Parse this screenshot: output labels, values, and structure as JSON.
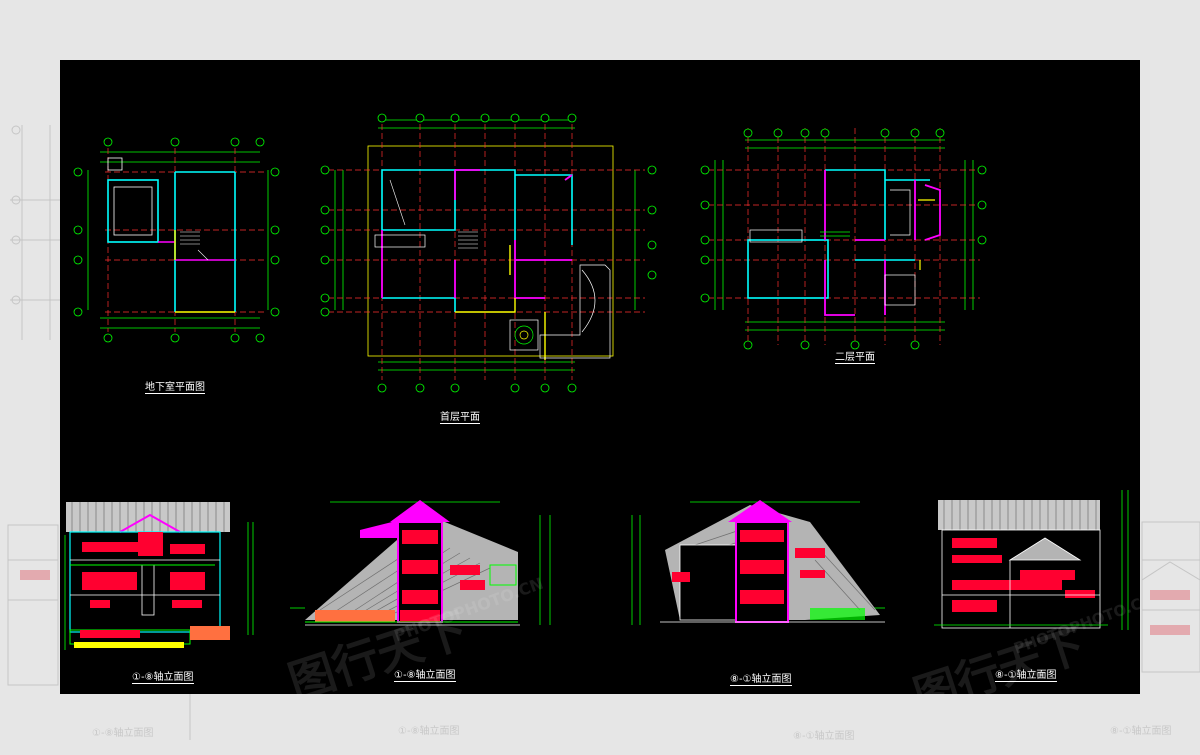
{
  "drawings": {
    "basement_plan_title": "地下室平面图",
    "first_floor_plan_title": "首层平面",
    "second_floor_plan_title": "二层平面",
    "elevation_1_title": "①-⑧轴立面图",
    "elevation_2_title": "①-⑧轴立面图",
    "elevation_3_title": "⑧-①轴立面图",
    "elevation_4_title": "⑧-①轴立面图"
  },
  "ghost_captions": {
    "left": "①-⑧轴立面图",
    "mid": "①-⑧轴立面图",
    "right": "⑧-①轴立面图",
    "far_right": "⑧-①轴立面图"
  },
  "watermark": {
    "brand_cn": "图行天下",
    "brand_en": "PHOTOPHOTO.CN"
  },
  "colors": {
    "background": "#000000",
    "grid_line": "#ff3030",
    "dimension_line": "#00ff00",
    "wall_cyan": "#00ffff",
    "wall_magenta": "#ff00ff",
    "fill_red": "#ff0030",
    "yellow": "#ffff00",
    "white": "#ffffff"
  }
}
